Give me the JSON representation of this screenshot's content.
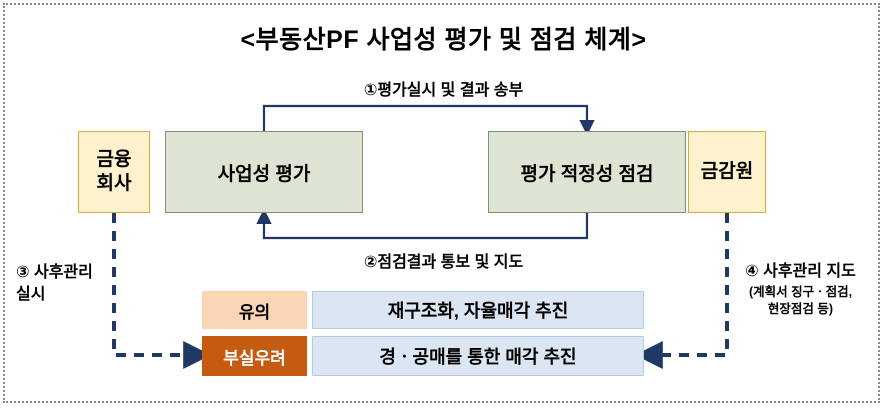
{
  "diagram": {
    "title": "<부동산PF 사업성 평가 및 점검 체계>",
    "flow_labels": {
      "step1": "①평가실시 및 결과 송부",
      "step2": "②점검결과 통보 및 지도"
    },
    "actors": {
      "finance_company": "금융\n회사",
      "finance_company_line1": "금융",
      "finance_company_line2": "회사",
      "fss": "금감원"
    },
    "processes": {
      "feasibility_evaluation": "사업성 평가",
      "adequacy_inspection": "평가 적정성 점검"
    },
    "side_notes": {
      "step3_line1": "③ 사후관리",
      "step3_line2": "실시",
      "step4_title": "④ 사후관리 지도",
      "step4_sub_line1": "(계획서 징구ㆍ점검,",
      "step4_sub_line2": "현장점검 등)"
    },
    "grades": [
      {
        "tag": "유의",
        "action": "재구조화, 자율매각 추진"
      },
      {
        "tag": "부실우려",
        "action": "경ㆍ공매를 통한 매각 추진"
      }
    ],
    "colors": {
      "actor_fill": "#fdf2cd",
      "actor_border": "#d4ac3c",
      "process_fill": "#dde5d2",
      "process_border": "#7f8f7c",
      "caution_fill": "#fad6b4",
      "insolvency_fill": "#c55a11",
      "action_fill": "#dce6f2",
      "connector": "#1f3864",
      "frame_border": "#8a8a8a"
    }
  }
}
